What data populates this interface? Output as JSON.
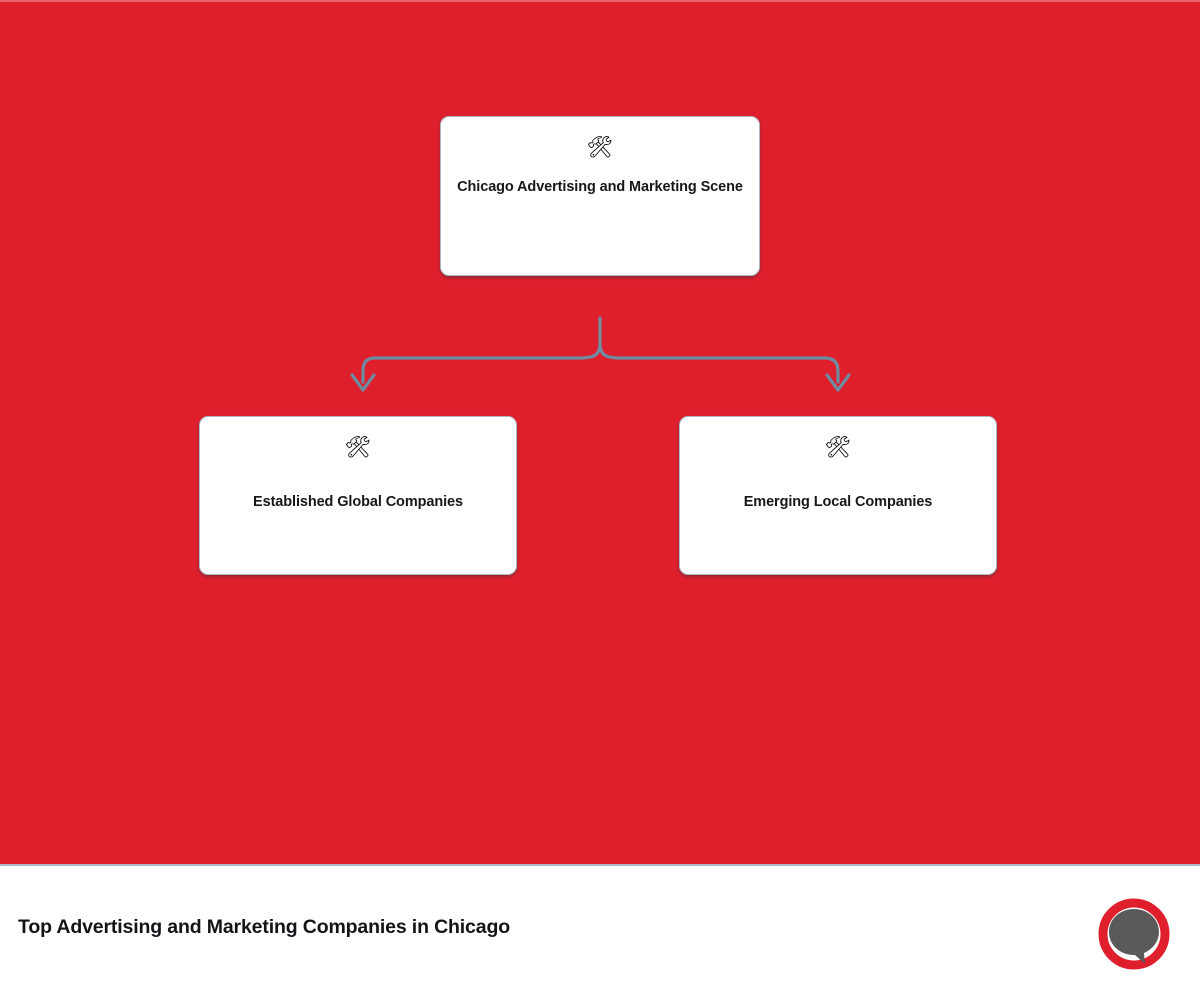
{
  "theme": {
    "canvas_background": "#E01F2D",
    "node_background": "#FFFFFF",
    "node_border": "#AEB8C4",
    "connector_color": "#6E8CA0",
    "text_color": "#15171A",
    "footer_background": "#FFFFFF",
    "footer_divider": "#AEB7C4",
    "logo_ring": "#E01F2D",
    "logo_bubble": "#5A5A5A"
  },
  "diagram": {
    "type": "tree",
    "icon_glyph": "🛠",
    "icon_name": "hammer-and-wrench-icon",
    "root": {
      "id": "chicago-advertising-and-marketing-scene",
      "label": "Chicago Advertising and Marketing Scene",
      "icon": "🛠"
    },
    "children": [
      {
        "id": "established-global-companies",
        "label": "Established Global Companies",
        "icon": "🛠"
      },
      {
        "id": "emerging-local-companies",
        "label": "Emerging Local Companies",
        "icon": "🛠"
      }
    ]
  },
  "footer": {
    "title": "Top Advertising and Marketing Companies in Chicago",
    "logo_name": "speech-bubble-logo"
  }
}
